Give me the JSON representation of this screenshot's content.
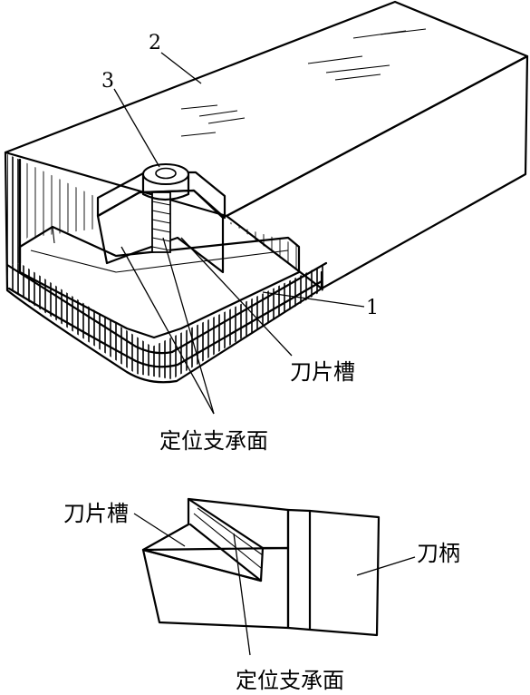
{
  "upper_figure": {
    "part_labels": [
      "1",
      "2",
      "3"
    ],
    "blade_slot": "刀片槽",
    "locating_face": "定位支承面"
  },
  "lower_figure": {
    "blade_slot": "刀片槽",
    "shank": "刀柄",
    "locating_face": "定位支承面"
  }
}
